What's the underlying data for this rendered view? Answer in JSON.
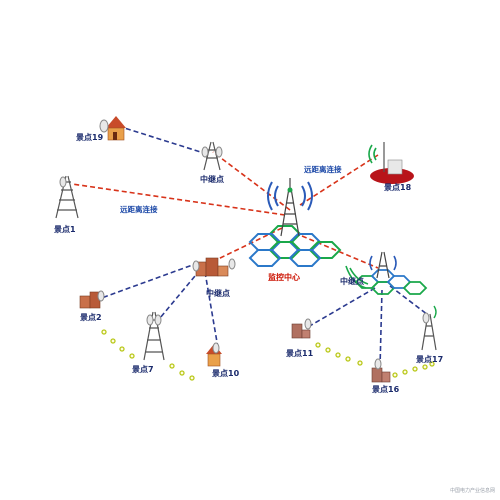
{
  "labels": {
    "spot19": "景点19",
    "spot1": "景点1",
    "spot18": "景点18",
    "spot2": "景点2",
    "spot7": "景点7",
    "spot10": "景点10",
    "spot11": "景点11",
    "spot16": "景点16",
    "spot17": "景点17",
    "relay_top": "中继点",
    "relay_mid": "中继点",
    "relay_right": "中继点",
    "monitor_center": "监控中心",
    "long_link_1": "远距离连接",
    "long_link_2": "远距离连接"
  },
  "watermark": "中国电力产业信息网",
  "colors": {
    "red_link": "#d8331a",
    "blue_link": "#2b3a8f",
    "hex_blue": "#2b78c9",
    "hex_green": "#1aa84a",
    "label": "#1a2a6c",
    "center_label": "#cc1100",
    "dot_green": "#b8c81a"
  }
}
